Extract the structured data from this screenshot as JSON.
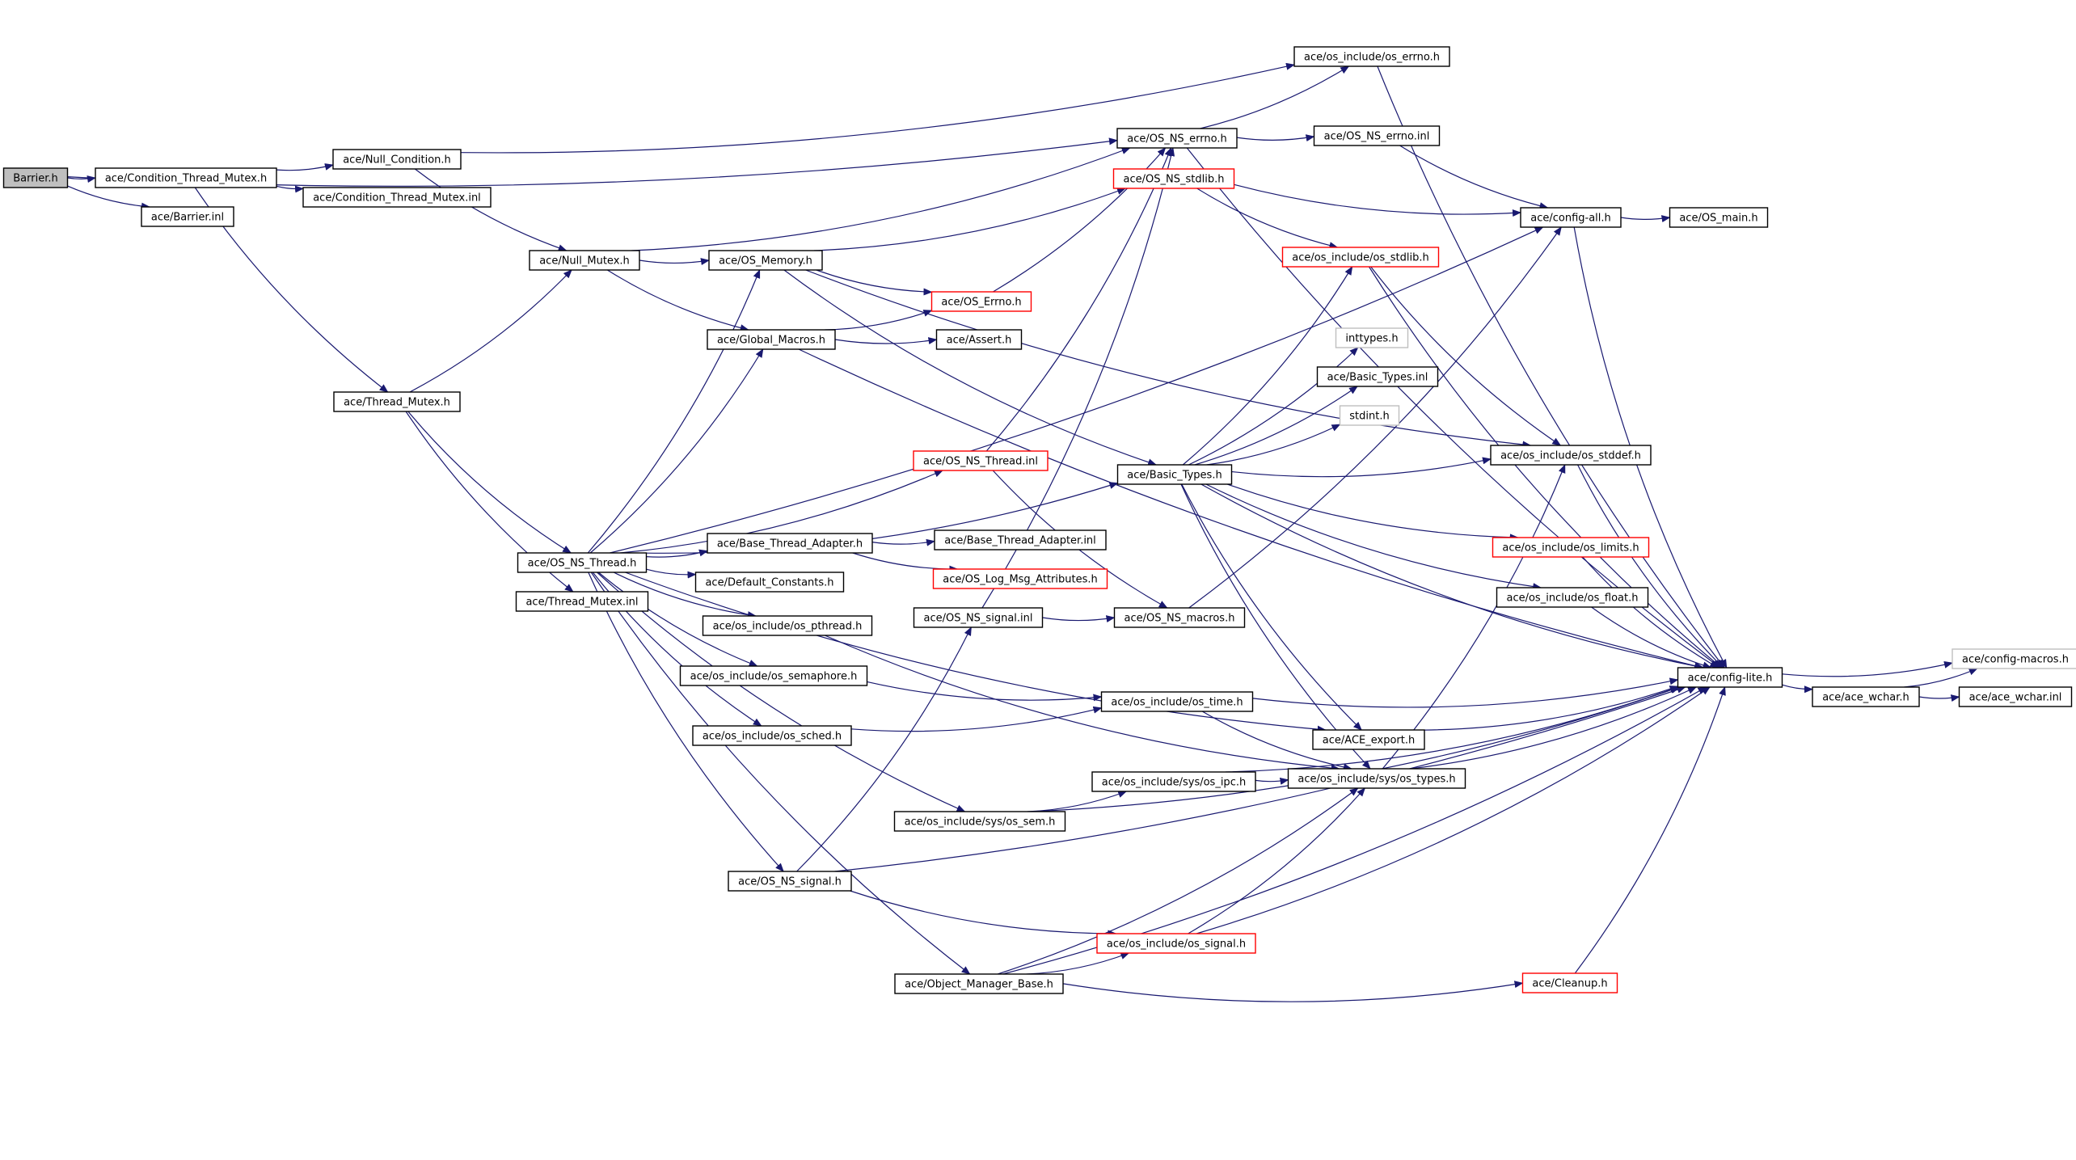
{
  "graph": {
    "style": {
      "edge_color": "#191970",
      "node_border_black": "#000000",
      "node_border_red": "#ff0000",
      "node_border_gray": "#bfbfbf",
      "root_fill": "#bfbfbf",
      "node_fill": "#ffffff"
    },
    "nodes": [
      {
        "id": "barrier_h",
        "label": "Barrier.h",
        "variant": "root"
      },
      {
        "id": "cond_thread_mutex_h",
        "label": "ace/Condition_Thread_Mutex.h",
        "variant": "normal"
      },
      {
        "id": "barrier_inl",
        "label": "ace/Barrier.inl",
        "variant": "normal"
      },
      {
        "id": "null_condition_h",
        "label": "ace/Null_Condition.h",
        "variant": "normal"
      },
      {
        "id": "cond_thread_mutex_inl",
        "label": "ace/Condition_Thread_Mutex.inl",
        "variant": "normal"
      },
      {
        "id": "null_mutex_h",
        "label": "ace/Null_Mutex.h",
        "variant": "normal"
      },
      {
        "id": "thread_mutex_h",
        "label": "ace/Thread_Mutex.h",
        "variant": "normal"
      },
      {
        "id": "os_ns_thread_h",
        "label": "ace/OS_NS_Thread.h",
        "variant": "normal"
      },
      {
        "id": "thread_mutex_inl",
        "label": "ace/Thread_Mutex.inl",
        "variant": "normal"
      },
      {
        "id": "os_memory_h",
        "label": "ace/OS_Memory.h",
        "variant": "normal"
      },
      {
        "id": "global_macros_h",
        "label": "ace/Global_Macros.h",
        "variant": "normal"
      },
      {
        "id": "os_errno_h",
        "label": "ace/OS_Errno.h",
        "variant": "red"
      },
      {
        "id": "assert_h",
        "label": "ace/Assert.h",
        "variant": "normal"
      },
      {
        "id": "os_ns_thread_inl",
        "label": "ace/OS_NS_Thread.inl",
        "variant": "red"
      },
      {
        "id": "base_thread_adapter_h",
        "label": "ace/Base_Thread_Adapter.h",
        "variant": "normal"
      },
      {
        "id": "default_constants_h",
        "label": "ace/Default_Constants.h",
        "variant": "normal"
      },
      {
        "id": "os_pthread_h",
        "label": "ace/os_include/os_pthread.h",
        "variant": "normal"
      },
      {
        "id": "os_semaphore_h",
        "label": "ace/os_include/os_semaphore.h",
        "variant": "normal"
      },
      {
        "id": "os_sched_h",
        "label": "ace/os_include/os_sched.h",
        "variant": "normal"
      },
      {
        "id": "os_ns_signal_h",
        "label": "ace/OS_NS_signal.h",
        "variant": "normal"
      },
      {
        "id": "base_thread_adapter_inl",
        "label": "ace/Base_Thread_Adapter.inl",
        "variant": "normal"
      },
      {
        "id": "os_log_msg_attributes_h",
        "label": "ace/OS_Log_Msg_Attributes.h",
        "variant": "red"
      },
      {
        "id": "os_ns_signal_inl",
        "label": "ace/OS_NS_signal.inl",
        "variant": "normal"
      },
      {
        "id": "os_sys_ipc_h",
        "label": "ace/os_include/sys/os_ipc.h",
        "variant": "normal"
      },
      {
        "id": "os_sys_sem_h",
        "label": "ace/os_include/sys/os_sem.h",
        "variant": "normal"
      },
      {
        "id": "object_manager_base_h",
        "label": "ace/Object_Manager_Base.h",
        "variant": "normal"
      },
      {
        "id": "os_ns_errno_h",
        "label": "ace/OS_NS_errno.h",
        "variant": "normal"
      },
      {
        "id": "os_ns_stdlib_h",
        "label": "ace/OS_NS_stdlib.h",
        "variant": "red"
      },
      {
        "id": "basic_types_h",
        "label": "ace/Basic_Types.h",
        "variant": "normal"
      },
      {
        "id": "os_ns_macros_h",
        "label": "ace/OS_NS_macros.h",
        "variant": "normal"
      },
      {
        "id": "os_time_h",
        "label": "ace/os_include/os_time.h",
        "variant": "normal"
      },
      {
        "id": "os_signal_h",
        "label": "ace/os_include/os_signal.h",
        "variant": "red"
      },
      {
        "id": "os_errno_inc_h",
        "label": "ace/os_include/os_errno.h",
        "variant": "normal"
      },
      {
        "id": "os_ns_errno_inl",
        "label": "ace/OS_NS_errno.inl",
        "variant": "normal"
      },
      {
        "id": "os_stdlib_h",
        "label": "ace/os_include/os_stdlib.h",
        "variant": "red"
      },
      {
        "id": "inttypes_h",
        "label": "inttypes.h",
        "variant": "gray"
      },
      {
        "id": "basic_types_inl",
        "label": "ace/Basic_Types.inl",
        "variant": "normal"
      },
      {
        "id": "stdint_h",
        "label": "stdint.h",
        "variant": "gray"
      },
      {
        "id": "ace_export_h",
        "label": "ace/ACE_export.h",
        "variant": "normal"
      },
      {
        "id": "os_sys_types_h",
        "label": "ace/os_include/sys/os_types.h",
        "variant": "normal"
      },
      {
        "id": "config_all_h",
        "label": "ace/config-all.h",
        "variant": "normal"
      },
      {
        "id": "os_stddef_h",
        "label": "ace/os_include/os_stddef.h",
        "variant": "normal"
      },
      {
        "id": "os_limits_h",
        "label": "ace/os_include/os_limits.h",
        "variant": "red"
      },
      {
        "id": "os_float_h",
        "label": "ace/os_include/os_float.h",
        "variant": "normal"
      },
      {
        "id": "cleanup_h",
        "label": "ace/Cleanup.h",
        "variant": "red"
      },
      {
        "id": "os_main_h",
        "label": "ace/OS_main.h",
        "variant": "normal"
      },
      {
        "id": "config_lite_h",
        "label": "ace/config-lite.h",
        "variant": "normal"
      },
      {
        "id": "ace_wchar_h",
        "label": "ace/ace_wchar.h",
        "variant": "normal"
      },
      {
        "id": "config_macros_h",
        "label": "ace/config-macros.h",
        "variant": "gray"
      },
      {
        "id": "ace_wchar_inl",
        "label": "ace/ace_wchar.inl",
        "variant": "normal"
      }
    ],
    "edges": [
      [
        "barrier_h",
        "cond_thread_mutex_h"
      ],
      [
        "barrier_h",
        "barrier_inl"
      ],
      [
        "barrier_h",
        "os_ns_errno_h"
      ],
      [
        "cond_thread_mutex_h",
        "null_condition_h"
      ],
      [
        "cond_thread_mutex_h",
        "cond_thread_mutex_inl"
      ],
      [
        "cond_thread_mutex_h",
        "thread_mutex_h"
      ],
      [
        "null_condition_h",
        "os_errno_inc_h"
      ],
      [
        "null_condition_h",
        "null_mutex_h"
      ],
      [
        "null_mutex_h",
        "os_memory_h"
      ],
      [
        "null_mutex_h",
        "global_macros_h"
      ],
      [
        "null_mutex_h",
        "os_ns_errno_h"
      ],
      [
        "thread_mutex_h",
        "null_mutex_h"
      ],
      [
        "thread_mutex_h",
        "os_ns_thread_h"
      ],
      [
        "thread_mutex_h",
        "thread_mutex_inl"
      ],
      [
        "os_memory_h",
        "os_errno_h"
      ],
      [
        "os_memory_h",
        "os_ns_stdlib_h"
      ],
      [
        "os_memory_h",
        "basic_types_h"
      ],
      [
        "os_memory_h",
        "os_stddef_h"
      ],
      [
        "global_macros_h",
        "os_errno_h"
      ],
      [
        "global_macros_h",
        "assert_h"
      ],
      [
        "global_macros_h",
        "config_lite_h"
      ],
      [
        "os_errno_h",
        "os_ns_errno_h"
      ],
      [
        "os_ns_thread_h",
        "os_memory_h"
      ],
      [
        "os_ns_thread_h",
        "global_macros_h"
      ],
      [
        "os_ns_thread_h",
        "os_ns_thread_inl"
      ],
      [
        "os_ns_thread_h",
        "basic_types_h"
      ],
      [
        "os_ns_thread_h",
        "config_all_h"
      ],
      [
        "os_ns_thread_h",
        "base_thread_adapter_h"
      ],
      [
        "os_ns_thread_h",
        "default_constants_h"
      ],
      [
        "os_ns_thread_h",
        "os_pthread_h"
      ],
      [
        "os_ns_thread_h",
        "os_semaphore_h"
      ],
      [
        "os_ns_thread_h",
        "os_sched_h"
      ],
      [
        "os_ns_thread_h",
        "ace_export_h"
      ],
      [
        "os_ns_thread_h",
        "os_sys_sem_h"
      ],
      [
        "os_ns_thread_h",
        "os_ns_signal_h"
      ],
      [
        "os_ns_thread_h",
        "object_manager_base_h"
      ],
      [
        "os_ns_thread_inl",
        "os_ns_errno_h"
      ],
      [
        "os_ns_thread_inl",
        "os_ns_macros_h"
      ],
      [
        "base_thread_adapter_h",
        "base_thread_adapter_inl"
      ],
      [
        "base_thread_adapter_h",
        "os_log_msg_attributes_h"
      ],
      [
        "os_pthread_h",
        "os_sys_types_h"
      ],
      [
        "os_semaphore_h",
        "os_time_h"
      ],
      [
        "os_sched_h",
        "os_time_h"
      ],
      [
        "os_ns_signal_h",
        "os_ns_signal_inl"
      ],
      [
        "os_ns_signal_h",
        "os_signal_h"
      ],
      [
        "os_ns_signal_h",
        "config_lite_h"
      ],
      [
        "os_ns_signal_inl",
        "os_ns_errno_h"
      ],
      [
        "os_ns_signal_inl",
        "os_ns_macros_h"
      ],
      [
        "os_sys_sem_h",
        "os_sys_ipc_h"
      ],
      [
        "os_sys_sem_h",
        "config_lite_h"
      ],
      [
        "os_sys_ipc_h",
        "os_sys_types_h"
      ],
      [
        "os_sys_ipc_h",
        "config_lite_h"
      ],
      [
        "object_manager_base_h",
        "os_signal_h"
      ],
      [
        "object_manager_base_h",
        "cleanup_h"
      ],
      [
        "object_manager_base_h",
        "os_sys_types_h"
      ],
      [
        "object_manager_base_h",
        "config_lite_h"
      ],
      [
        "os_ns_errno_h",
        "os_errno_inc_h"
      ],
      [
        "os_ns_errno_h",
        "os_ns_errno_inl"
      ],
      [
        "os_ns_errno_h",
        "config_lite_h"
      ],
      [
        "os_ns_errno_inl",
        "config_all_h"
      ],
      [
        "os_ns_stdlib_h",
        "config_all_h"
      ],
      [
        "os_ns_stdlib_h",
        "os_stdlib_h"
      ],
      [
        "basic_types_h",
        "os_stdlib_h"
      ],
      [
        "basic_types_h",
        "inttypes_h"
      ],
      [
        "basic_types_h",
        "basic_types_inl"
      ],
      [
        "basic_types_h",
        "stdint_h"
      ],
      [
        "basic_types_h",
        "os_stddef_h"
      ],
      [
        "basic_types_h",
        "config_lite_h"
      ],
      [
        "basic_types_h",
        "os_limits_h"
      ],
      [
        "basic_types_h",
        "os_float_h"
      ],
      [
        "basic_types_h",
        "ace_export_h"
      ],
      [
        "basic_types_h",
        "os_sys_types_h"
      ],
      [
        "os_ns_macros_h",
        "config_all_h"
      ],
      [
        "os_time_h",
        "config_lite_h"
      ],
      [
        "os_time_h",
        "os_sys_types_h"
      ],
      [
        "os_signal_h",
        "os_sys_types_h"
      ],
      [
        "os_signal_h",
        "config_lite_h"
      ],
      [
        "os_errno_inc_h",
        "config_lite_h"
      ],
      [
        "os_stdlib_h",
        "os_stddef_h"
      ],
      [
        "os_stdlib_h",
        "config_lite_h"
      ],
      [
        "ace_export_h",
        "config_lite_h"
      ],
      [
        "os_sys_types_h",
        "os_stddef_h"
      ],
      [
        "os_sys_types_h",
        "config_lite_h"
      ],
      [
        "config_all_h",
        "os_main_h"
      ],
      [
        "config_all_h",
        "config_lite_h"
      ],
      [
        "os_stddef_h",
        "config_lite_h"
      ],
      [
        "os_limits_h",
        "config_lite_h"
      ],
      [
        "os_float_h",
        "config_lite_h"
      ],
      [
        "cleanup_h",
        "config_lite_h"
      ],
      [
        "config_lite_h",
        "config_macros_h"
      ],
      [
        "config_lite_h",
        "ace_wchar_h"
      ],
      [
        "ace_wchar_h",
        "ace_wchar_inl"
      ],
      [
        "ace_wchar_h",
        "config_macros_h"
      ]
    ]
  }
}
